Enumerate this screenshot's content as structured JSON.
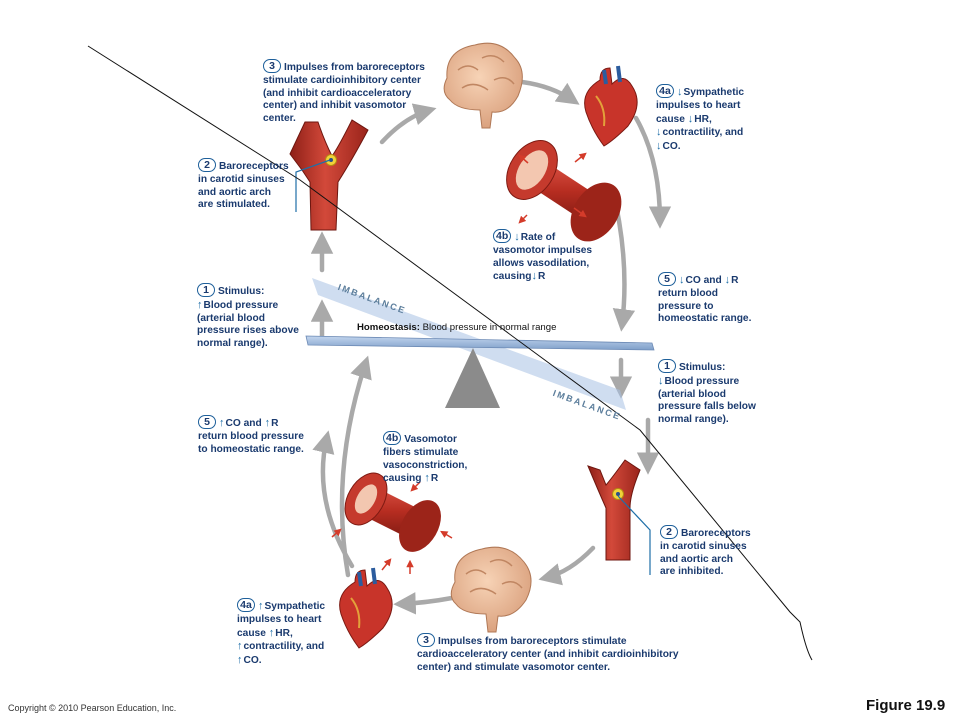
{
  "colors": {
    "arrow": "#a9a9a9",
    "vessel": "#c83a2a",
    "label_text": "#1a3a6e",
    "seesaw": "#8faed6",
    "line": "#111111"
  },
  "labels": {
    "top_step3": {
      "num": "3",
      "lines": [
        "Impulses from baroreceptors",
        "stimulate cardioinhibitory center",
        "(and inhibit cardioacceleratory",
        "center) and inhibit vasomotor",
        "center."
      ]
    },
    "top_step2": {
      "num": "2",
      "lines": [
        "Baroreceptors",
        "in carotid sinuses",
        "and aortic arch",
        "are stimulated."
      ]
    },
    "top_step4a": {
      "num": "4a",
      "line1": "Sympathetic",
      "line2": "impulses to heart",
      "line3_prefix": "cause",
      "line3_rest": "HR,",
      "line4": "contractility, and",
      "line5": "CO."
    },
    "top_step4b": {
      "num": "4b",
      "line1": "Rate of",
      "line2": "vasomotor impulses",
      "line3": "allows vasodilation,",
      "line4_prefix": "causing",
      "line4_rest": "R"
    },
    "top_step5": {
      "num": "5",
      "line1_a": "CO and",
      "line1_b": "R",
      "line2": "return blood",
      "line3": "pressure to",
      "line4": "homeostatic range."
    },
    "top_stimulus": {
      "num": "1",
      "title": "Stimulus:",
      "line2": "Blood pressure",
      "line3": "(arterial blood",
      "line4": "pressure rises above",
      "line5": "normal range)."
    },
    "bottom_stimulus": {
      "num": "1",
      "title": "Stimulus:",
      "line2": "Blood pressure",
      "line3": "(arterial blood",
      "line4": "pressure falls below",
      "line5": "normal range)."
    },
    "bottom_step5": {
      "num": "5",
      "line1_a": "CO and",
      "line1_b": "R",
      "line2": "return blood pressure",
      "line3": "to homeostatic range."
    },
    "bottom_step4b": {
      "num": "4b",
      "line1": "Vasomotor",
      "line2": "fibers stimulate",
      "line3": "vasoconstriction,",
      "line4_prefix": "causing",
      "line4_rest": "R"
    },
    "bottom_step2": {
      "num": "2",
      "lines": [
        "Baroreceptors",
        "in carotid sinuses",
        "and aortic arch",
        "are inhibited."
      ]
    },
    "bottom_step4a": {
      "num": "4a",
      "line1": "Sympathetic",
      "line2": "impulses to heart",
      "line3_prefix": "cause",
      "line3_rest": "HR,",
      "line4": "contractility, and",
      "line5": "CO."
    },
    "bottom_step3": {
      "num": "3",
      "lines": [
        "Impulses from baroreceptors stimulate",
        "cardioacceleratory center (and inhibit cardioinhibitory",
        "center) and stimulate vasomotor center."
      ]
    }
  },
  "homeostasis": {
    "bold": "Homeostasis:",
    "text": " Blood pressure in normal range"
  },
  "imbalance_top": "IMBALANCE",
  "imbalance_bottom": "IMBALANCE",
  "arrows": {
    "up": "↑",
    "down": "↓"
  },
  "footer": {
    "copyright": "Copyright © 2010 Pearson Education, Inc.",
    "figure": "Figure 19.9"
  }
}
